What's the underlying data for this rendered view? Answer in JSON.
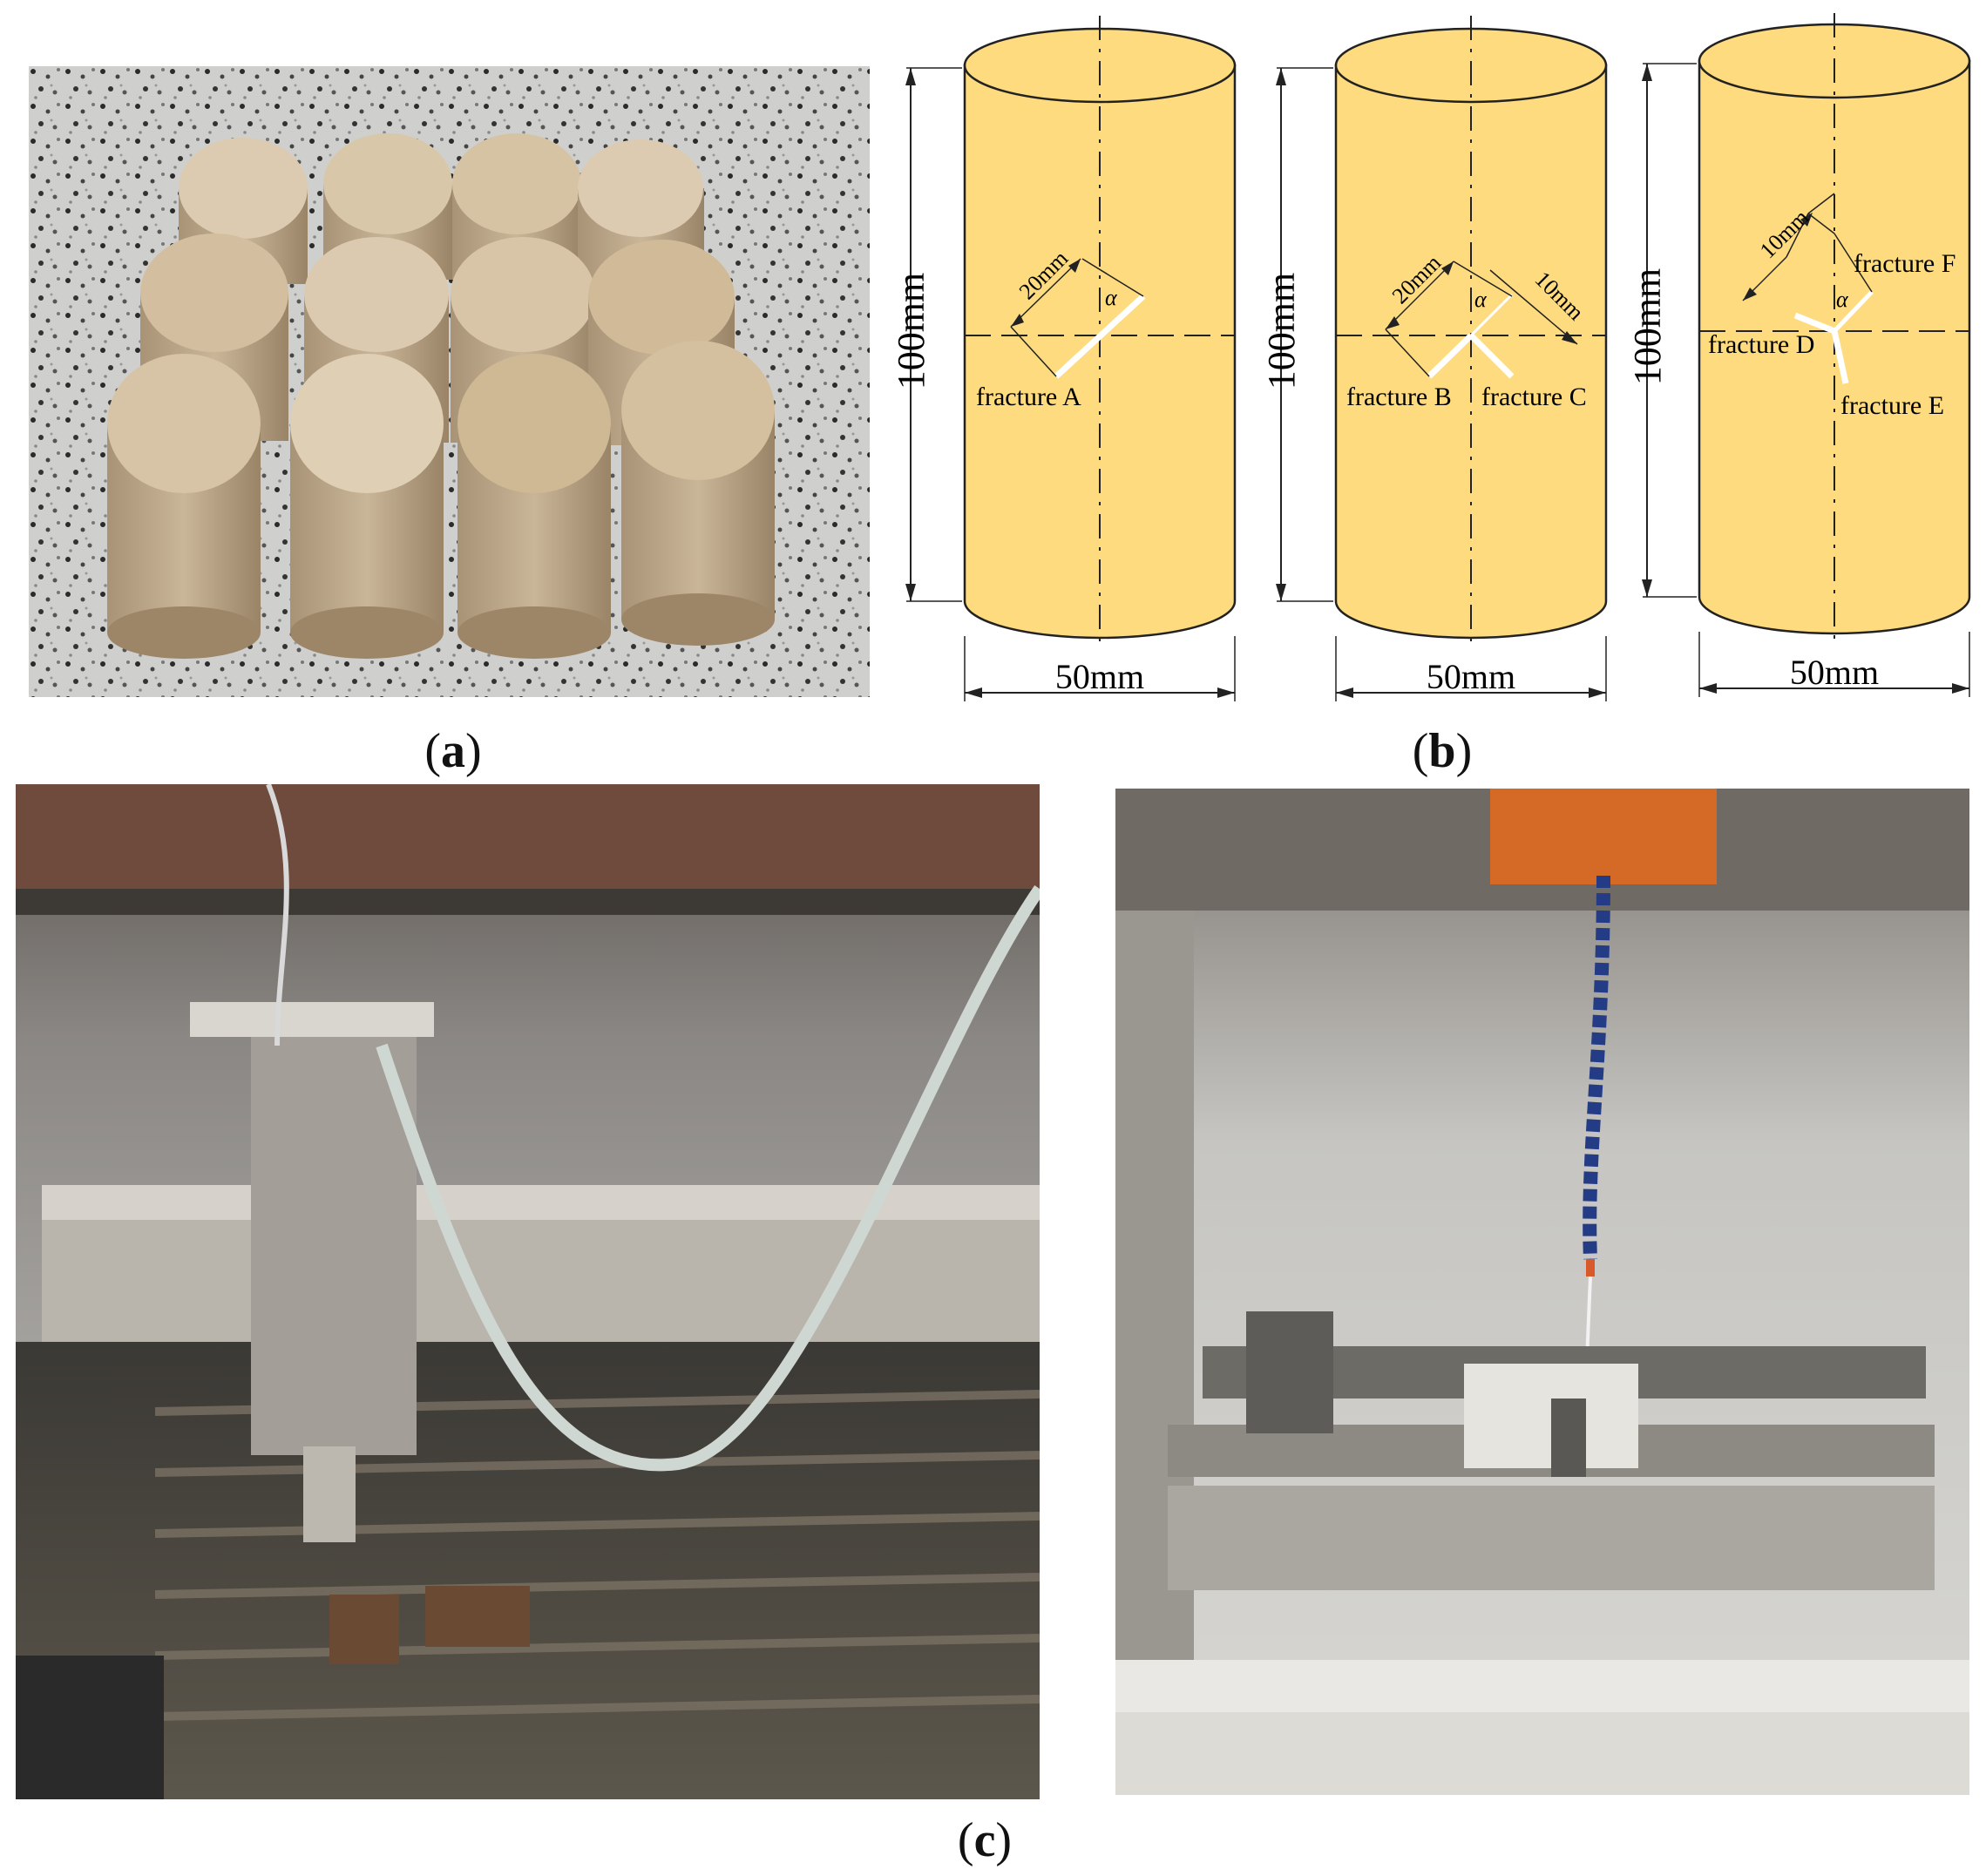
{
  "captions": {
    "a": "a",
    "b": "b",
    "c": "c"
  },
  "specimens": [
    {
      "height_label": "100mm",
      "width_label": "50mm",
      "dims": [
        "20mm"
      ],
      "angle": "α",
      "fractures": [
        "fracture A"
      ]
    },
    {
      "height_label": "100mm",
      "width_label": "50mm",
      "dims": [
        "20mm",
        "10mm"
      ],
      "angle": "α",
      "fractures": [
        "fracture B",
        "fracture C"
      ]
    },
    {
      "height_label": "100mm",
      "width_label": "50mm",
      "dims": [
        "10mm"
      ],
      "angle": "α",
      "fractures": [
        "fracture F",
        "fracture D",
        "fracture E"
      ]
    }
  ],
  "colors": {
    "specimen_fill": "#FDDB7E",
    "fracture": "#ffffff"
  }
}
